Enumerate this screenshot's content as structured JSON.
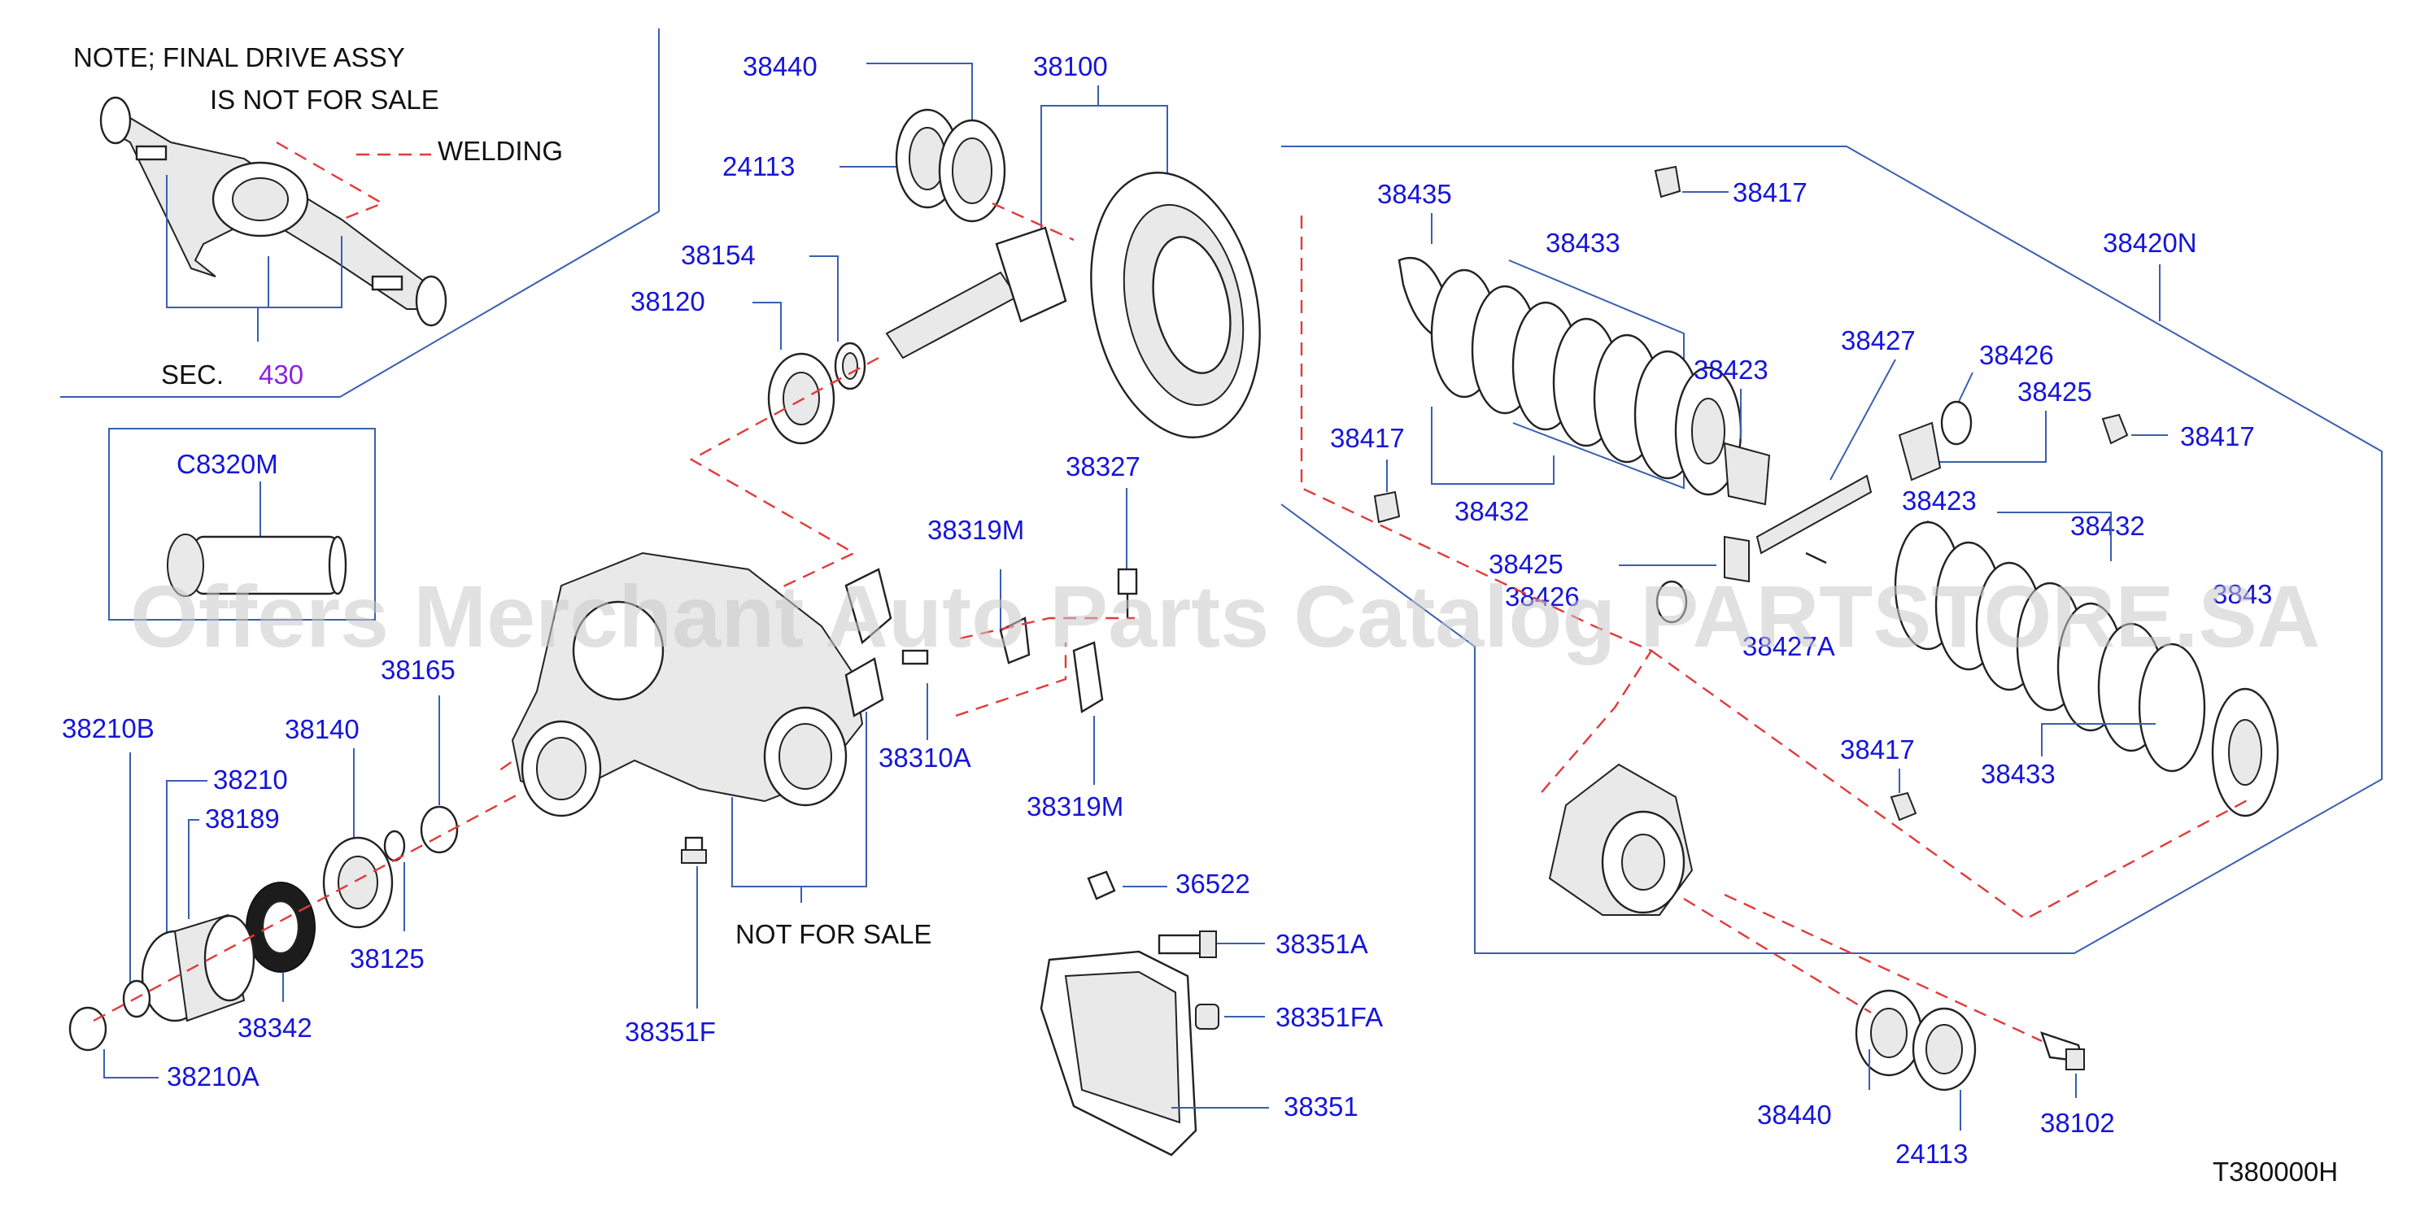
{
  "note": {
    "line1": "NOTE;  FINAL  DRIVE  ASSY",
    "line2": "IS  NOT  FOR  SALE",
    "welding": "WELDING",
    "sec_label": "SEC.",
    "sec_number": "430"
  },
  "watermark": "Offers Merchant Auto Parts Catalog PARTSTORE.SA",
  "not_for_sale": "NOT  FOR  SALE",
  "diagram_code": "T380000H",
  "colors": {
    "label": "#1515d9",
    "sec_number": "#8a22e0",
    "leader": "#3a5fb0",
    "dashed": "#e23a3a"
  },
  "labels": {
    "p38440_top": "38440",
    "p24113_top": "24113",
    "p38100": "38100",
    "p38154": "38154",
    "p38120": "38120",
    "pC8320M": "C8320M",
    "p38327": "38327",
    "p38319M_top": "38319M",
    "p38310A": "38310A",
    "p38319M_bot": "38319M",
    "p38165": "38165",
    "p38140": "38140",
    "p38125": "38125",
    "p38342": "38342",
    "p38210B": "38210B",
    "p38210": "38210",
    "p38189": "38189",
    "p38210A": "38210A",
    "p38351F": "38351F",
    "p36522": "36522",
    "p38351A": "38351A",
    "p38351FA": "38351FA",
    "p38351": "38351",
    "p38435": "38435",
    "p38417_a": "38417",
    "p38433_top": "38433",
    "p38423_top": "38423",
    "p38417_b": "38417",
    "p38432_left": "38432",
    "p38427": "38427",
    "p38426_top": "38426",
    "p38425_top": "38425",
    "p38417_c": "38417",
    "p38420N": "38420N",
    "p38423_mid": "38423",
    "p38432_right": "38432",
    "p38425_mid": "38425",
    "p38426_mid": "38426",
    "p38427A": "38427A",
    "p3843x": "3843",
    "p38417_d": "38417",
    "p38433_bot": "38433",
    "p38440_bot": "38440",
    "p24113_bot": "24113",
    "p38102": "38102"
  }
}
